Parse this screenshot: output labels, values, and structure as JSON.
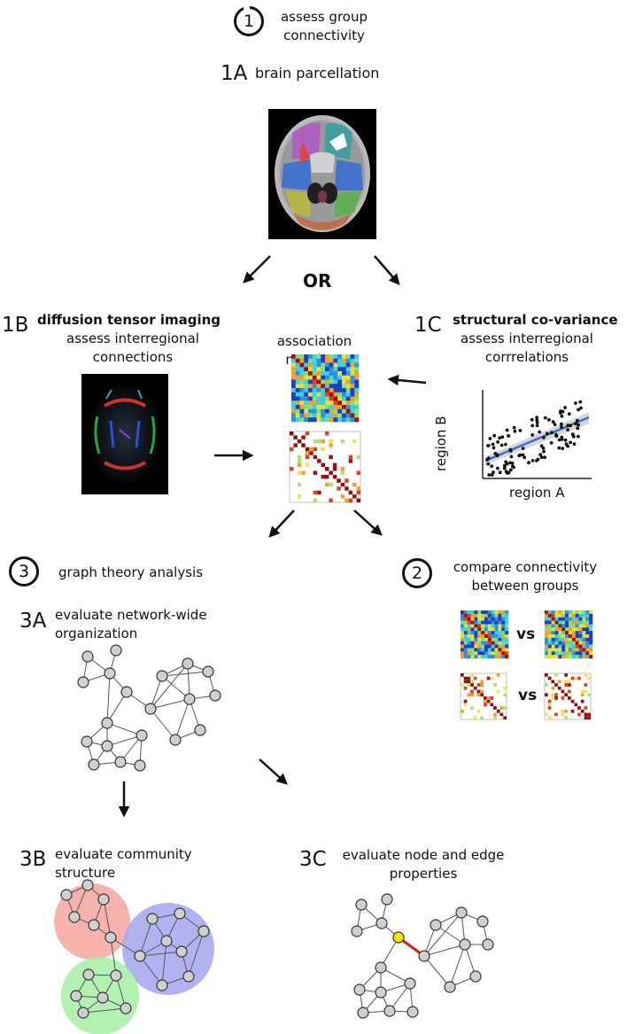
{
  "step1": {
    "number": "1",
    "title": "assess group\nconnectivity"
  },
  "s1a": {
    "id": "1A",
    "title": "brain parcellation"
  },
  "or_label": "OR",
  "s1b": {
    "id": "1B",
    "title": "diffusion tensor imaging",
    "subtitle": "assess interregional\nconnections"
  },
  "assoc": {
    "title": "association matrices"
  },
  "s1c": {
    "id": "1C",
    "title": "structural co-variance",
    "subtitle": "assess interregional\ncorrrelations"
  },
  "scatter": {
    "xlabel": "region A",
    "ylabel": "region B"
  },
  "step3": {
    "number": "3",
    "title": "graph theory analysis"
  },
  "step2": {
    "number": "2",
    "title": "compare connectivity\nbetween groups",
    "vs1": "vs",
    "vs2": "vs"
  },
  "s3a": {
    "id": "3A",
    "title": "evaluate network-wide\norganization"
  },
  "s3b": {
    "id": "3B",
    "title": "evaluate community\nstructure"
  },
  "s3c": {
    "id": "3C",
    "title": "evaluate node and edge\nproperties"
  },
  "colors": {
    "node_fill": "#cfcfcf",
    "node_stroke": "#444444",
    "highlight_node": "#f2e600",
    "highlight_edge": "#cc2222",
    "community_red": "#f4a6a0",
    "community_blue": "#a3a6ef",
    "community_green": "#a6efa6",
    "fit_line": "#3a6fd8"
  }
}
